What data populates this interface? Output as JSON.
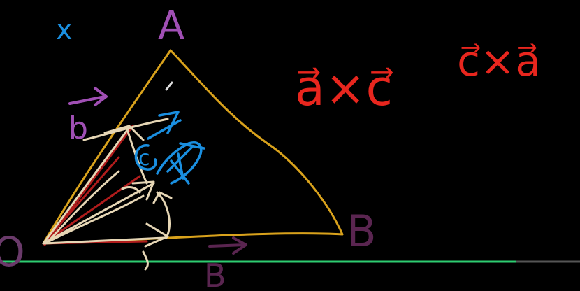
{
  "colors": {
    "background": "#000000",
    "triangle": "#d9a21c",
    "vector_red": "#e8261e",
    "label_purple": "#a04fb4",
    "label_dark_purple": "#5a2550",
    "blue": "#1a8fe0",
    "beige": "#e6d6b5",
    "dark_red": "#b01c1c",
    "baseline": "#2ecc71"
  },
  "labels": {
    "vertex_a": "A",
    "vertex_b": "B",
    "origin": "O",
    "cross_mark": "x",
    "vector_b_left": "b",
    "vector_b_bottom": "B",
    "blue_c": "c",
    "expression_1": "a⃗×c⃗",
    "expression_2": "c⃗×a⃗"
  }
}
